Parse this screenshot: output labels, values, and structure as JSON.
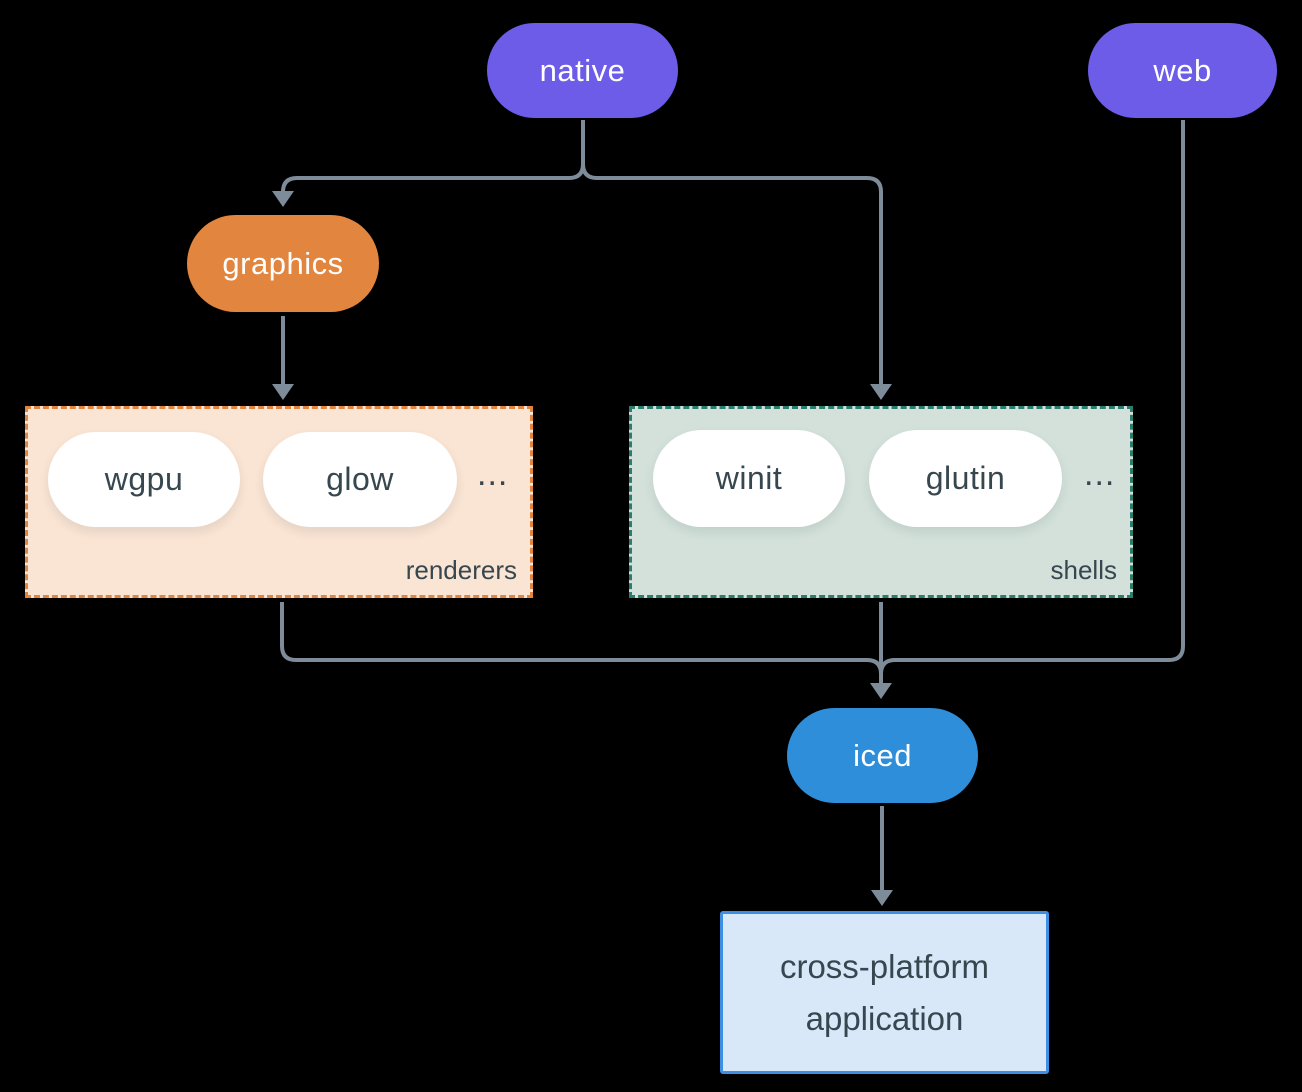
{
  "diagram": {
    "nodes": {
      "native": {
        "label": "native"
      },
      "web": {
        "label": "web"
      },
      "graphics": {
        "label": "graphics"
      },
      "iced": {
        "label": "iced"
      },
      "app": {
        "label": "cross-platform application"
      }
    },
    "groups": [
      {
        "name": "renderers",
        "label": "renderers",
        "items": [
          {
            "label": "wgpu"
          },
          {
            "label": "glow"
          }
        ],
        "more": "..."
      },
      {
        "name": "shells",
        "label": "shells",
        "items": [
          {
            "label": "winit"
          },
          {
            "label": "glutin"
          }
        ],
        "more": "..."
      }
    ],
    "colors": {
      "background": "#000000",
      "purple": "#6C5CE8",
      "orange": "#E2853E",
      "orange-bg": "#FAE4D3",
      "teal": "#2B7D6D",
      "teal-bg": "#D3E1DA",
      "blue": "#2E8ED9",
      "blue-bg": "#D8E8F8",
      "blue-border": "#3E8EE4",
      "ink": "#37474F",
      "line": "#7E8C9A",
      "white": "#FFFFFF"
    }
  }
}
